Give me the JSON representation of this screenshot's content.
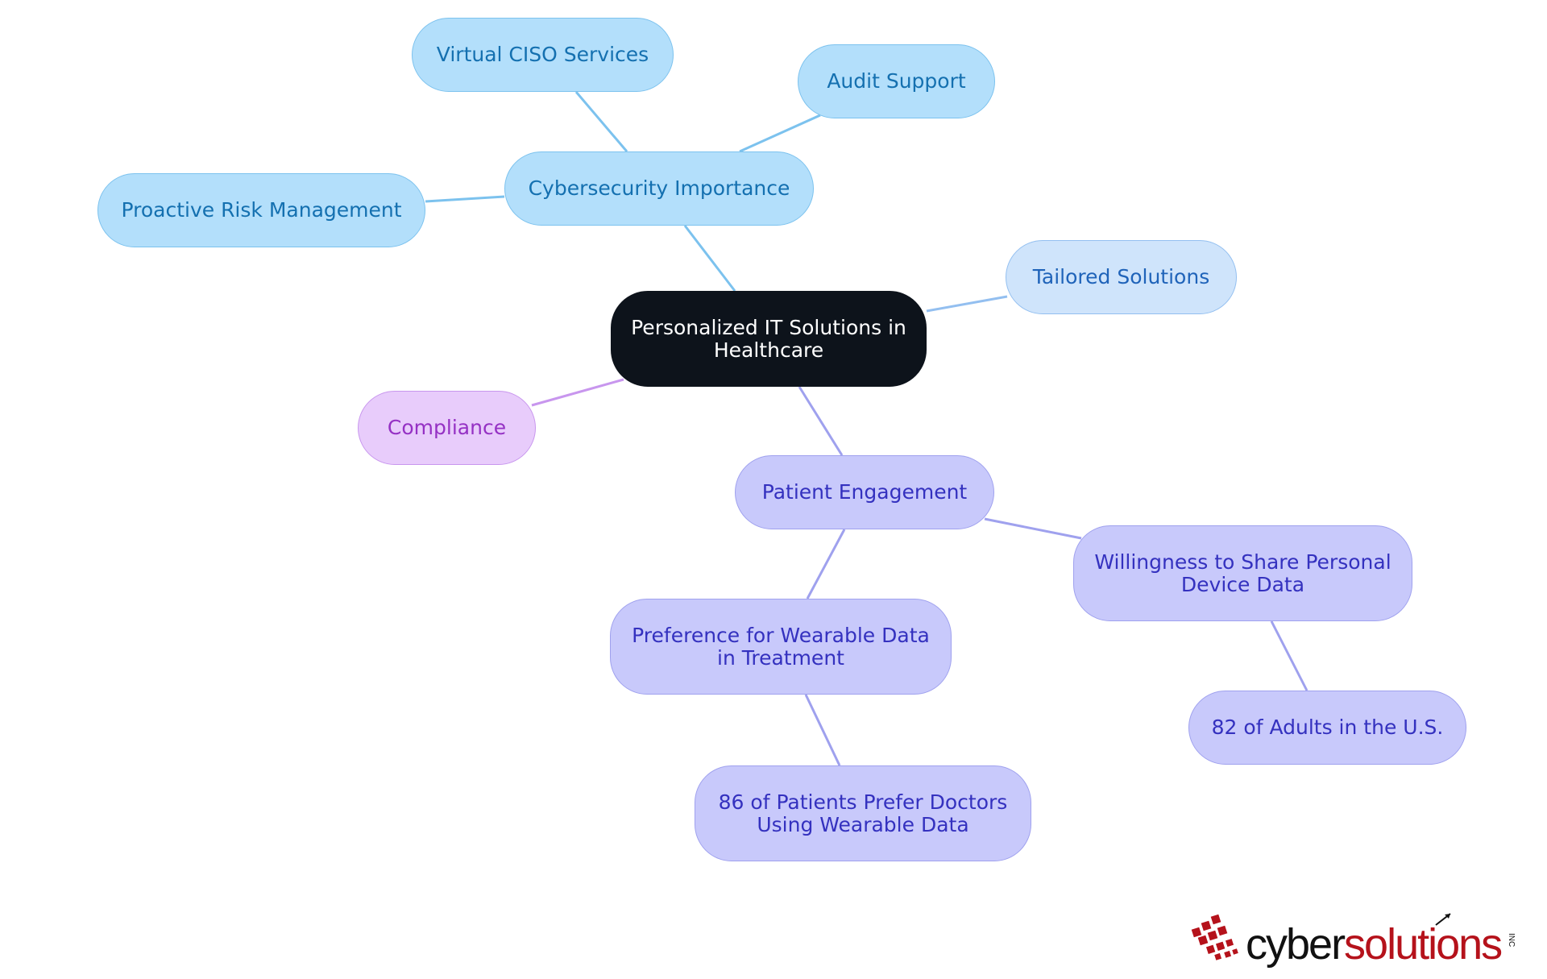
{
  "diagram": {
    "type": "mind-map",
    "root": {
      "id": "root",
      "label": "Personalized IT Solutions in Healthcare"
    },
    "nodes": [
      {
        "id": "cyber",
        "label": "Cybersecurity Importance",
        "parent": "root",
        "color": "#7cc2ee"
      },
      {
        "id": "vciso",
        "label": "Virtual CISO Services",
        "parent": "cyber",
        "color": "#7cc2ee"
      },
      {
        "id": "audit",
        "label": "Audit Support",
        "parent": "cyber",
        "color": "#7cc2ee"
      },
      {
        "id": "risk",
        "label": "Proactive Risk Management",
        "parent": "cyber",
        "color": "#7cc2ee"
      },
      {
        "id": "tailored",
        "label": "Tailored Solutions",
        "parent": "root",
        "color": "#93bff0"
      },
      {
        "id": "compliance",
        "label": "Compliance",
        "parent": "root",
        "color": "#c896ee"
      },
      {
        "id": "patient",
        "label": "Patient Engagement",
        "parent": "root",
        "color": "#9fa1ee"
      },
      {
        "id": "wearpref",
        "label": "Preference for Wearable Data in Treatment",
        "parent": "patient",
        "color": "#9fa1ee"
      },
      {
        "id": "share",
        "label": "Willingness to Share Personal Device Data",
        "parent": "patient",
        "color": "#9fa1ee"
      },
      {
        "id": "n86",
        "label": "86 of Patients Prefer Doctors Using Wearable Data",
        "parent": "wearpref",
        "color": "#9fa1ee"
      },
      {
        "id": "n82",
        "label": "82 of Adults in the U.S.",
        "parent": "share",
        "color": "#9fa1ee"
      }
    ]
  },
  "logo": {
    "word_dark": "cyber",
    "word_red": "solutions",
    "suffix": "INC",
    "brand_red": "#b5121b",
    "brand_dark": "#111111"
  }
}
